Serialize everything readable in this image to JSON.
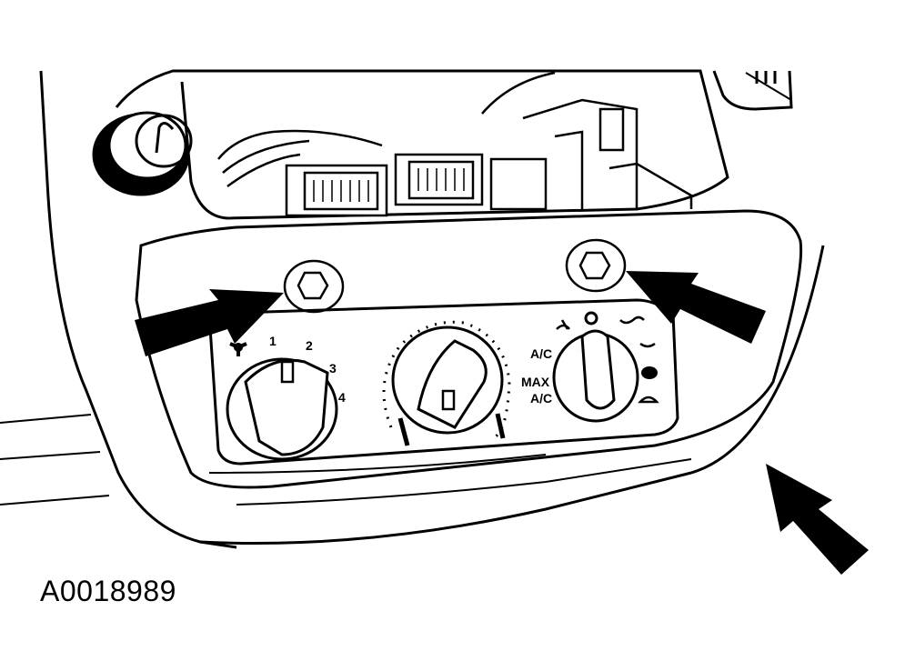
{
  "figure_id": "A0018989",
  "blower_knob": {
    "speeds": [
      "1",
      "2",
      "3",
      "4"
    ],
    "icon": "fan-icon"
  },
  "temperature_knob": {
    "icon": "temperature-scale-icon"
  },
  "mode_knob": {
    "labels": [
      "A/C",
      "MAX",
      "A/C"
    ],
    "icons": [
      "panel-vent-icon",
      "off-icon",
      "panel-floor-icon",
      "floor-icon",
      "floor-defrost-icon",
      "defrost-icon"
    ]
  },
  "arrows": [
    "left-screw-arrow",
    "right-screw-arrow",
    "bezel-arrow"
  ],
  "colors": {
    "line": "#000000",
    "background": "#ffffff"
  }
}
